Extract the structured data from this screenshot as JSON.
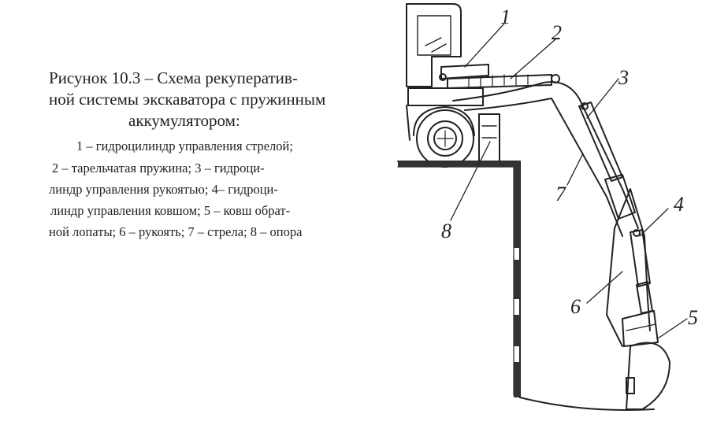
{
  "caption": {
    "title_lines": [
      "Рисунок 10.3 – Схема рекуператив-",
      "ной системы экскаватора с пружинным",
      "аккумулятором:"
    ],
    "legend_lines": [
      "1 – гидроцилиндр управления стрелой;",
      "2 – тарельчатая пружина; 3 – гидроци-",
      "линдр управления рукоятью; 4– гидроци-",
      "линдр управления ковшом;  5 – ковш обрат-",
      "ной лопаты; 6 – рукоять; 7 – стрела; 8 – опора"
    ]
  },
  "figure": {
    "labels": [
      "1",
      "2",
      "3",
      "4",
      "5",
      "6",
      "7",
      "8"
    ],
    "icons": [
      "excavator-cab",
      "wheel",
      "boom",
      "arm",
      "bucket",
      "ground-platform"
    ]
  }
}
